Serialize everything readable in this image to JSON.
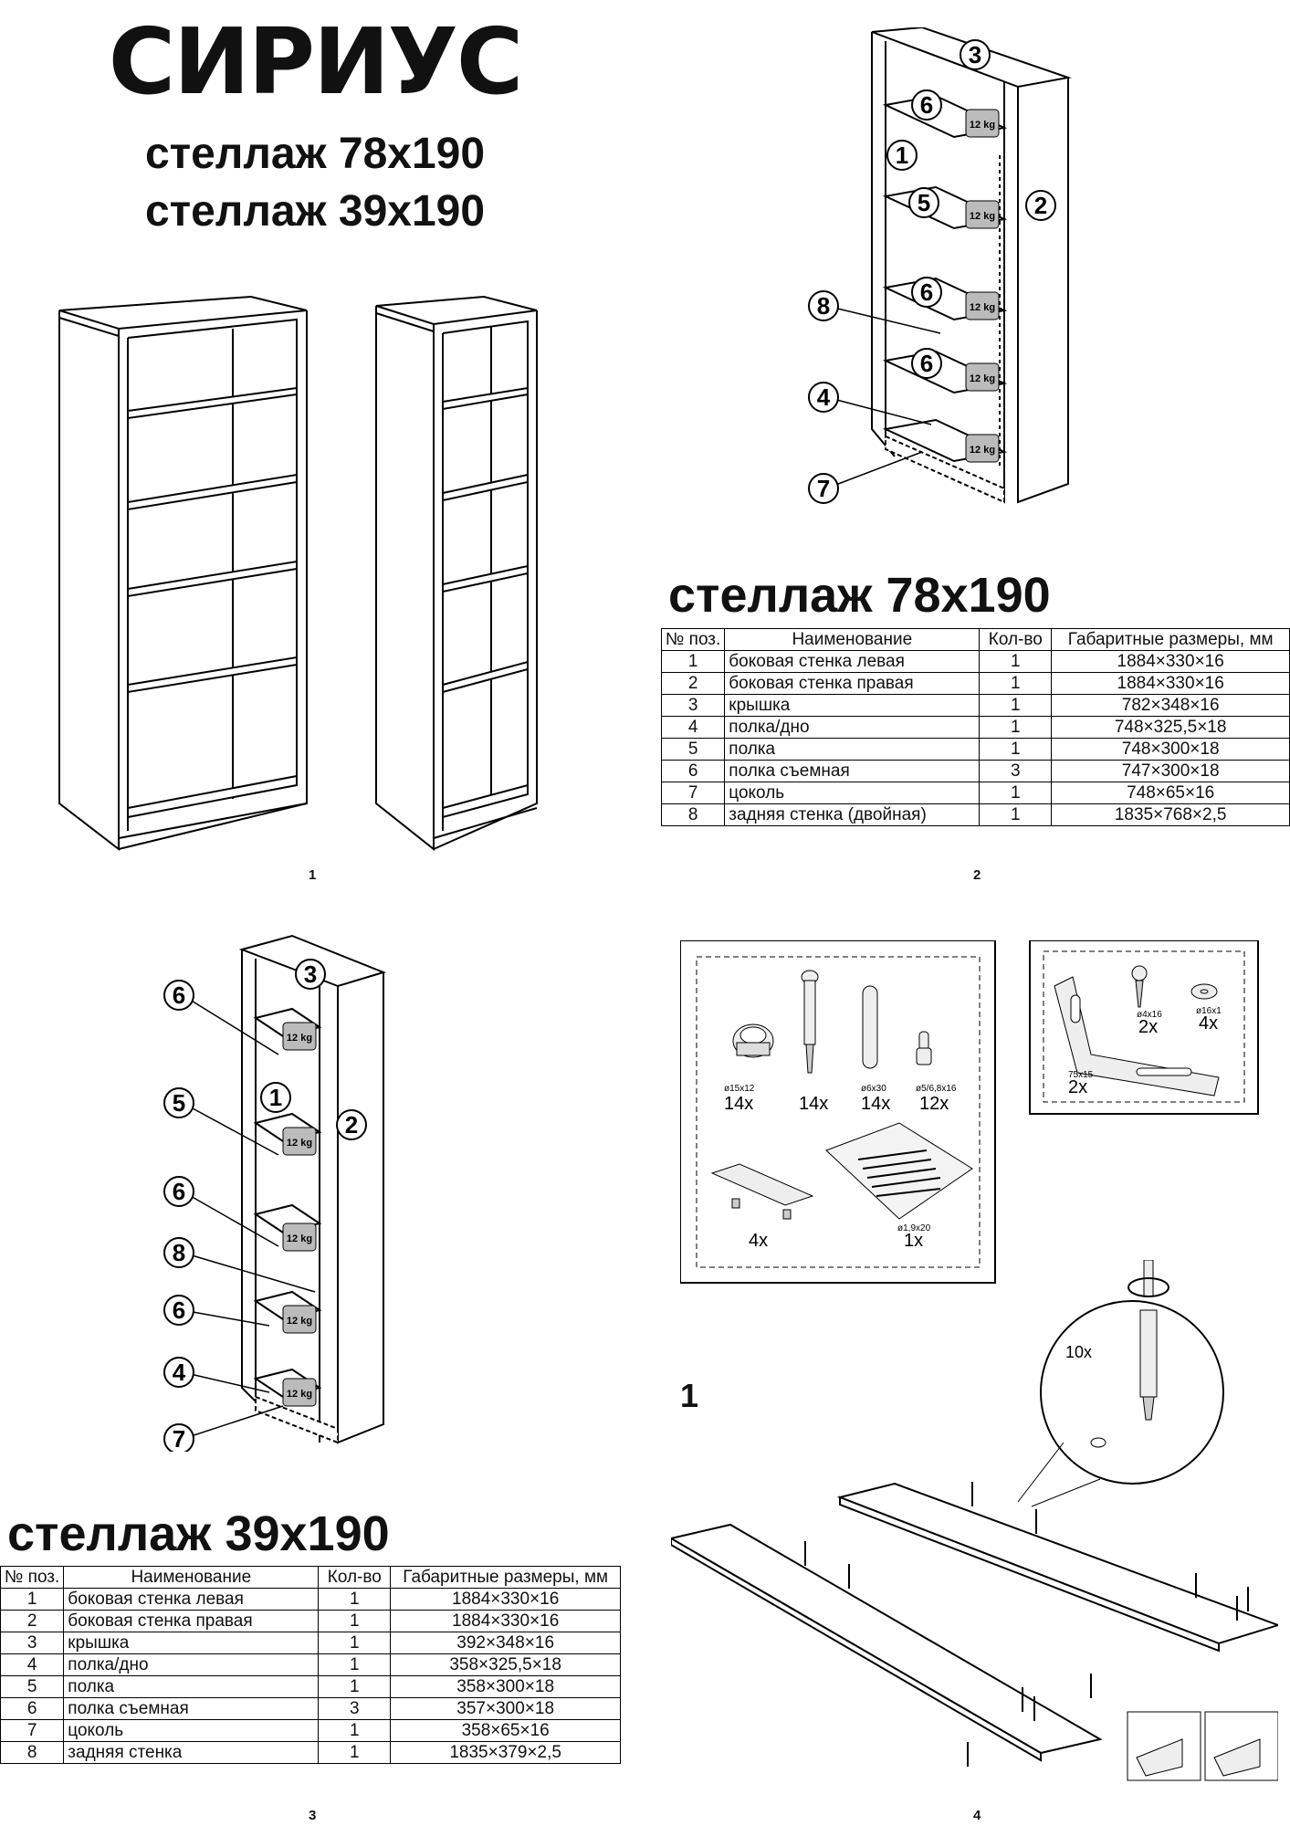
{
  "header": {
    "brand": "СИРИУС",
    "subtitle_1": "стеллаж 78х190",
    "subtitle_2": "стеллаж 39х190"
  },
  "pages": {
    "p1": "1",
    "p2": "2",
    "p3": "3",
    "p4": "4"
  },
  "weight_label": "12 kg",
  "callouts_large": [
    "3",
    "6",
    "1",
    "5",
    "2",
    "6",
    "8",
    "6",
    "4",
    "7"
  ],
  "callouts_small": [
    "3",
    "6",
    "1",
    "2",
    "5",
    "6",
    "8",
    "6",
    "4",
    "7"
  ],
  "table_78": {
    "title": "стеллаж 78х190",
    "headers": [
      "№ поз.",
      "Наименование",
      "Кол-во",
      "Габаритные размеры, мм"
    ],
    "rows": [
      [
        "1",
        "боковая стенка левая",
        "1",
        "1884×330×16"
      ],
      [
        "2",
        "боковая стенка правая",
        "1",
        "1884×330×16"
      ],
      [
        "3",
        "крышка",
        "1",
        "782×348×16"
      ],
      [
        "4",
        "полка/дно",
        "1",
        "748×325,5×18"
      ],
      [
        "5",
        "полка",
        "1",
        "748×300×18"
      ],
      [
        "6",
        "полка съемная",
        "3",
        "747×300×18"
      ],
      [
        "7",
        "цоколь",
        "1",
        "748×65×16"
      ],
      [
        "8",
        "задняя стенка (двойная)",
        "1",
        "1835×768×2,5"
      ]
    ]
  },
  "table_39": {
    "title": "стеллаж 39х190",
    "headers": [
      "№ поз.",
      "Наименование",
      "Кол-во",
      "Габаритные размеры, мм"
    ],
    "rows": [
      [
        "1",
        "боковая стенка левая",
        "1",
        "1884×330×16"
      ],
      [
        "2",
        "боковая стенка правая",
        "1",
        "1884×330×16"
      ],
      [
        "3",
        "крышка",
        "1",
        "392×348×16"
      ],
      [
        "4",
        "полка/дно",
        "1",
        "358×325,5×18"
      ],
      [
        "5",
        "полка",
        "1",
        "358×300×18"
      ],
      [
        "6",
        "полка съемная",
        "3",
        "357×300×18"
      ],
      [
        "7",
        "цоколь",
        "1",
        "358×65×16"
      ],
      [
        "8",
        "задняя стенка",
        "1",
        "1835×379×2,5"
      ]
    ]
  },
  "hardware": {
    "items": [
      {
        "icon": "eccentric-icon",
        "size": "ø15x12",
        "qty": "14x"
      },
      {
        "icon": "rod-icon",
        "size": "",
        "qty": "14x"
      },
      {
        "icon": "dowel-icon",
        "size": "ø6x30",
        "qty": "14x"
      },
      {
        "icon": "pin-icon",
        "size": "ø5/6,8x16",
        "qty": "12x"
      },
      {
        "icon": "handle-icon",
        "size": "",
        "qty": "4x"
      },
      {
        "icon": "nails-bag-icon",
        "size": "ø1,9x20",
        "qty": "1x"
      }
    ],
    "wall_kit": [
      {
        "icon": "bracket-icon",
        "size": "75x15",
        "qty": "2x"
      },
      {
        "icon": "screw-icon",
        "size": "ø4x16",
        "qty": "2x"
      },
      {
        "icon": "washer-icon",
        "size": "ø16x1",
        "qty": "4x"
      }
    ]
  },
  "step": {
    "number": "1",
    "detail_qty": "10x"
  }
}
